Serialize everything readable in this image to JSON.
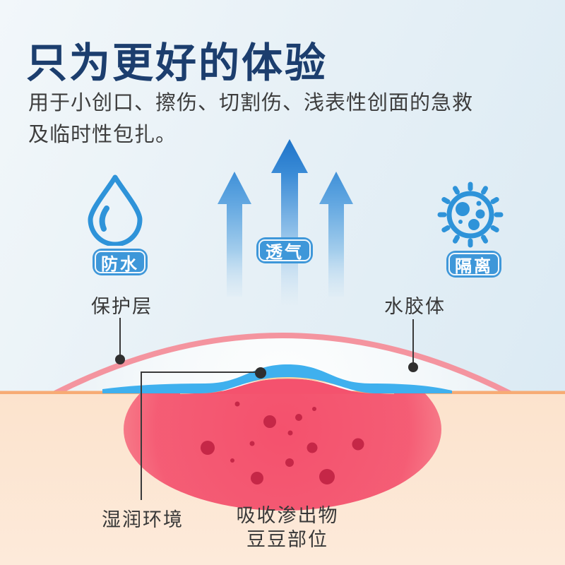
{
  "header": {
    "title": "只为更好的体验",
    "subtitle_line1": "用于小创口、擦伤、切割伤、浅表性创面的急救",
    "subtitle_line2": "及临时性包扎。"
  },
  "features": {
    "waterproof": {
      "label": "防水",
      "icon": "water-drop-icon"
    },
    "breathable": {
      "label": "透气",
      "icon": "up-arrows-icon"
    },
    "isolation": {
      "label": "隔离",
      "icon": "germ-icon"
    }
  },
  "diagram": {
    "labels": {
      "protective_layer": "保护层",
      "hydrocolloid": "水胶体",
      "moist_environment": "湿润环境",
      "absorb_line1": "吸收渗出物",
      "absorb_line2": "豆豆部位"
    },
    "colors": {
      "title_navy": "#1c3e6e",
      "body_text": "#3d3d3d",
      "badge_blue": "#3e97d9",
      "icon_blue": "#2e93d9",
      "arrow_blue": "#1f74c9",
      "protective_layer_pink": "#f4949f",
      "hydrocolloid_blue": "#3fb0ee",
      "contact_layer_cream": "#f8d4a4",
      "skin_line_orange": "#f7ab74",
      "skin_peach": "#fce3cd",
      "wound_red": "#f4516d",
      "exudate_dot_red": "#c52747",
      "callout_dark": "#3a3a3a"
    }
  }
}
